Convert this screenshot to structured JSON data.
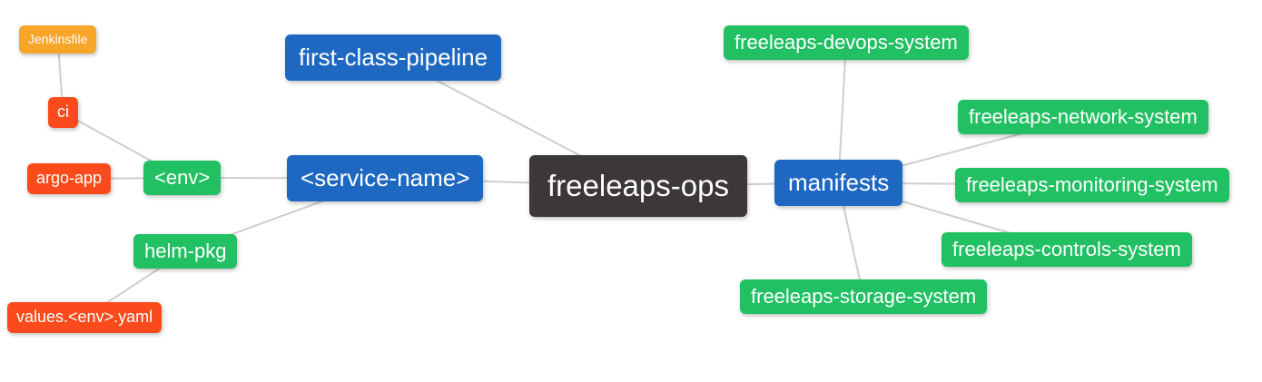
{
  "diagram": {
    "type": "mindmap",
    "edge_color": "#cecece",
    "text_color": "#ffffff",
    "level_colors": [
      "#3b3837",
      "#1e68c2",
      "#21c063",
      "#fb4b1c",
      "#f8a62a"
    ],
    "nodes": [
      {
        "id": "freeleaps-ops",
        "label": "freeleaps-ops",
        "level": 0,
        "parent": null
      },
      {
        "id": "first-class-pipeline",
        "label": "first-class-pipeline",
        "level": 1,
        "parent": "freeleaps-ops"
      },
      {
        "id": "service-name",
        "label": "<service-name>",
        "level": 1,
        "parent": "freeleaps-ops"
      },
      {
        "id": "manifests",
        "label": "manifests",
        "level": 1,
        "parent": "freeleaps-ops"
      },
      {
        "id": "env",
        "label": "<env>",
        "level": 2,
        "parent": "service-name"
      },
      {
        "id": "helm-pkg",
        "label": "helm-pkg",
        "level": 2,
        "parent": "service-name"
      },
      {
        "id": "ci",
        "label": "ci",
        "level": 3,
        "parent": "env"
      },
      {
        "id": "argo-app",
        "label": "argo-app",
        "level": 3,
        "parent": "env"
      },
      {
        "id": "jenkinsfile",
        "label": "Jenkinsfile",
        "level": 4,
        "parent": "ci"
      },
      {
        "id": "values-env-yaml",
        "label": "values.<env>.yaml",
        "level": 3,
        "parent": "helm-pkg"
      },
      {
        "id": "freeleaps-devops-system",
        "label": "freeleaps-devops-system",
        "level": 2,
        "parent": "manifests"
      },
      {
        "id": "freeleaps-network-system",
        "label": "freeleaps-network-system",
        "level": 2,
        "parent": "manifests"
      },
      {
        "id": "freeleaps-monitoring-system",
        "label": "freeleaps-monitoring-system",
        "level": 2,
        "parent": "manifests"
      },
      {
        "id": "freeleaps-controls-system",
        "label": "freeleaps-controls-system",
        "level": 2,
        "parent": "manifests"
      },
      {
        "id": "freeleaps-storage-system",
        "label": "freeleaps-storage-system",
        "level": 2,
        "parent": "manifests"
      }
    ]
  }
}
